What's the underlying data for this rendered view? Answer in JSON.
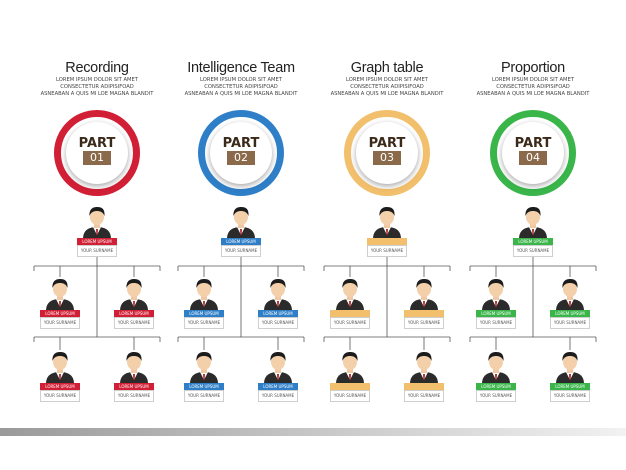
{
  "columns": [
    {
      "title": "Recording",
      "desc": [
        "LOREM IPSUM DOLOR SIT AMET",
        "CONSECTETUR ADIPISIFOAD",
        "ASNEABAN A QUIS MI LOE MAGNA BLANDIT"
      ],
      "part_label": "PART",
      "part_num": "01",
      "color": "#d11f35",
      "nodes": [
        {
          "name": "LOREM UPSUM",
          "surname": "YOUR SURNAME"
        },
        {
          "name": "LOREM UPSUM",
          "surname": "YOUR SURNAME"
        },
        {
          "name": "LOREM UPSUM",
          "surname": "YOUR SURNAME"
        },
        {
          "name": "LOREM UPSUM",
          "surname": "YOUR SURNAME"
        },
        {
          "name": "LOREM UPSUM",
          "surname": "YOUR SURNAME"
        }
      ]
    },
    {
      "title": "Intelligence Team",
      "desc": [
        "LOREM IPSUM DOLOR SIT AMET",
        "CONSECTETUR ADIPISIFOAD",
        "ASNEABAN A QUIS MI LOE MAGNA BLANDIT"
      ],
      "part_label": "PART",
      "part_num": "02",
      "color": "#2f7fc8",
      "nodes": [
        {
          "name": "LOREM UPSUM",
          "surname": "YOUR SURNAME"
        },
        {
          "name": "LOREM UPSUM",
          "surname": "YOUR SURNAME"
        },
        {
          "name": "LOREM UPSUM",
          "surname": "YOUR SURNAME"
        },
        {
          "name": "LOREM UPSUM",
          "surname": "YOUR SURNAME"
        },
        {
          "name": "LOREM UPSUM",
          "surname": "YOUR SURNAME"
        }
      ]
    },
    {
      "title": "Graph table",
      "desc": [
        "LOREM IPSUM DOLOR SIT AMET",
        "CONSECTETUR ADIPISIFOAD",
        "ASNEABAN A QUIS MI LOE MAGNA BLANDIT"
      ],
      "part_label": "PART",
      "part_num": "03",
      "color": "#f2bf6c",
      "nodes": [
        {
          "name": "",
          "surname": "YOUR SURNAME"
        },
        {
          "name": "",
          "surname": "YOUR SURNAME"
        },
        {
          "name": "",
          "surname": "YOUR SURNAME"
        },
        {
          "name": "",
          "surname": "YOUR SURNAME"
        },
        {
          "name": "",
          "surname": "YOUR SURNAME"
        }
      ]
    },
    {
      "title": "Proportion",
      "desc": [
        "LOREM IPSUM DOLOR SIT AMET",
        "CONSECTETUR ADIPISIFOAD",
        "ASNEABAN A QUIS MI LOE MAGNA BLANDIT"
      ],
      "part_label": "PART",
      "part_num": "04",
      "color": "#39b54a",
      "nodes": [
        {
          "name": "LOREM UPSUM",
          "surname": "YOUR SURNAME"
        },
        {
          "name": "LOREM UPSUM",
          "surname": "YOUR SURNAME"
        },
        {
          "name": "LOREM UPSUM",
          "surname": "YOUR SURNAME"
        },
        {
          "name": "LOREM UPSUM",
          "surname": "YOUR SURNAME"
        },
        {
          "name": "LOREM UPSUM",
          "surname": "YOUR SURNAME"
        }
      ]
    }
  ],
  "icons": {
    "person": "person-icon"
  }
}
